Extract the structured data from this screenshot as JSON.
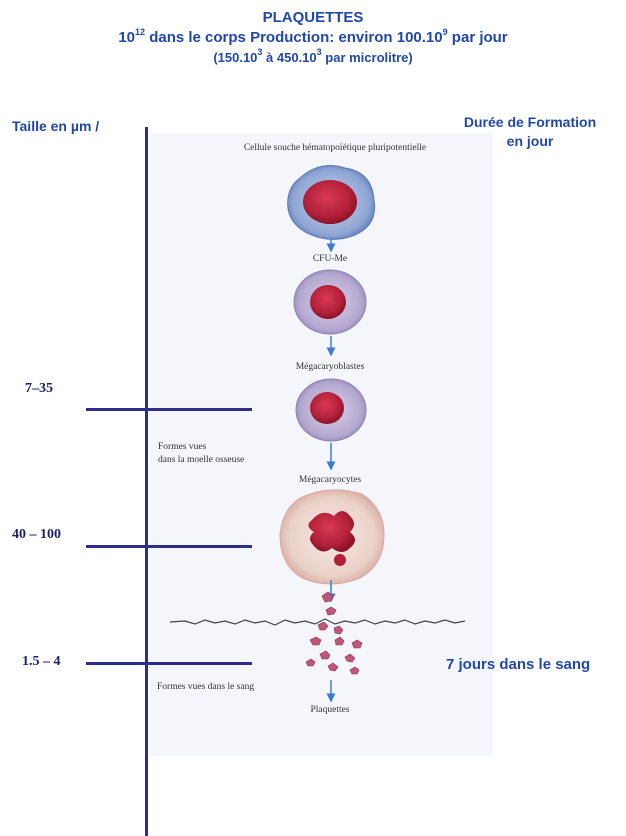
{
  "title": {
    "line1": "PLAQUETTES",
    "line2_pre": "10",
    "line2_exp1": "12",
    "line2_mid": " dans le corps Production: environ 100.10",
    "line2_exp2": "9",
    "line2_post": " par jour",
    "line3_a": "(150.10",
    "line3_exp_a": "3",
    "line3_b": " à 450.10",
    "line3_exp_b": "3",
    "line3_c": " par microlitre)"
  },
  "axes": {
    "left_header": "Taille en µm /",
    "right_header_line1": "Durée de Formation",
    "right_header_line2": "en jour"
  },
  "sizes": {
    "size1": "7–35",
    "size2": "40 – 100",
    "size3": "1.5 – 4"
  },
  "stages": {
    "stem_cell": "Cellule souche hématopoïétique pluripotentielle",
    "cfu": "CFU-Me",
    "megakaryoblasts": "Mégacaryoblastes",
    "megakaryocytes": "Mégacaryocytes",
    "platelets": "Plaquettes"
  },
  "notes": {
    "marrow_line1": "Formes vues",
    "marrow_line2": "dans la moelle osseuse",
    "blood": "Formes vues  dans le sang"
  },
  "duration": "7 jours dans le sang",
  "colors": {
    "accent_blue": "#2148a8",
    "axis_navy": "#2b2e8a",
    "nucleus_red": "#b3203a",
    "cytoplasm_blue": "#7f9cc8",
    "cytoplasm_lilac": "#b3a7cf",
    "arrow_blue": "#3d7bd6"
  },
  "icons": [
    "stem-cell-icon",
    "cfu-cell-icon",
    "megakaryoblast-icon",
    "megakaryocyte-icon",
    "platelet-icon",
    "down-arrow-icon",
    "vessel-wall-line"
  ]
}
